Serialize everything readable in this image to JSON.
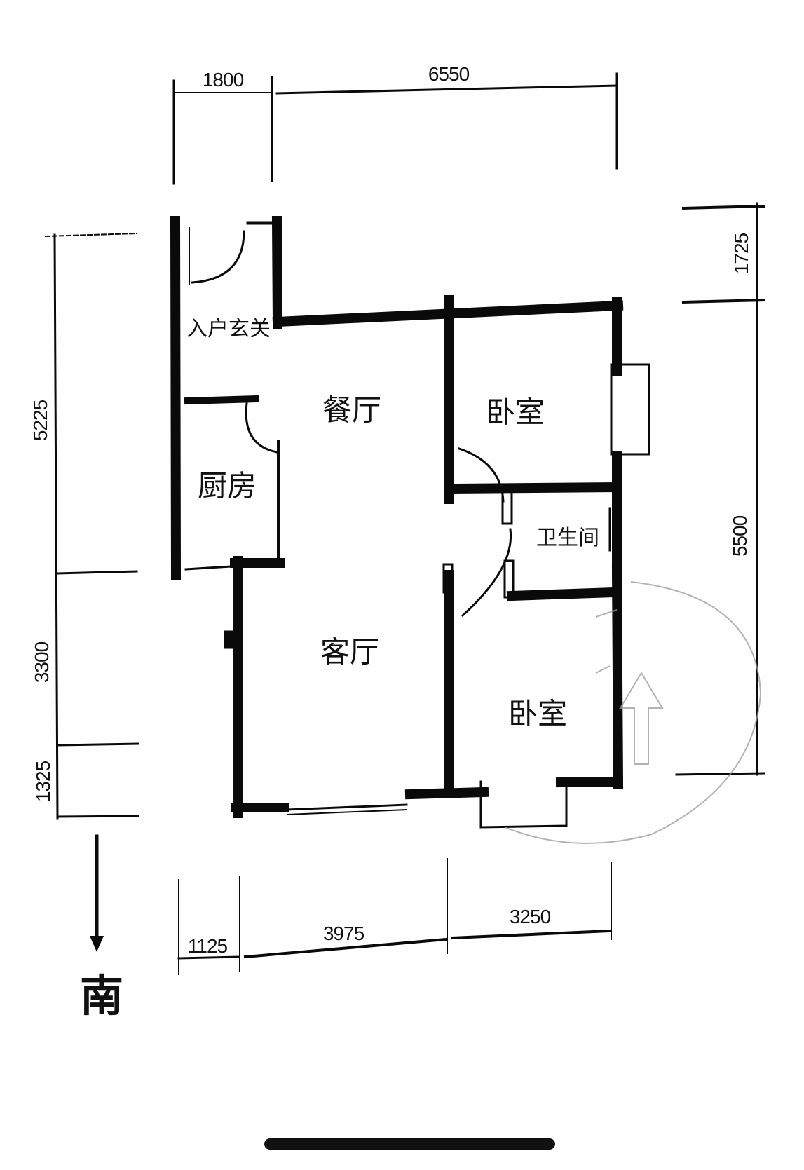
{
  "rooms": {
    "entry": "入户玄关",
    "dining": "餐厅",
    "bedroom_north": "卧室",
    "kitchen": "厨房",
    "bathroom": "卫生间",
    "living": "客厅",
    "bedroom_south": "卧室"
  },
  "dimensions": {
    "top": [
      "1800",
      "6550"
    ],
    "right": [
      "1725",
      "5500"
    ],
    "left": [
      "5225",
      "3300",
      "1325"
    ],
    "bottom": [
      "1125",
      "3975",
      "3250"
    ]
  },
  "compass": {
    "label": "南",
    "icon": "arrow-down-icon"
  },
  "colors": {
    "wall": "#0a0a0a",
    "background": "#fefefe",
    "stamp": "#9a9a9a"
  }
}
